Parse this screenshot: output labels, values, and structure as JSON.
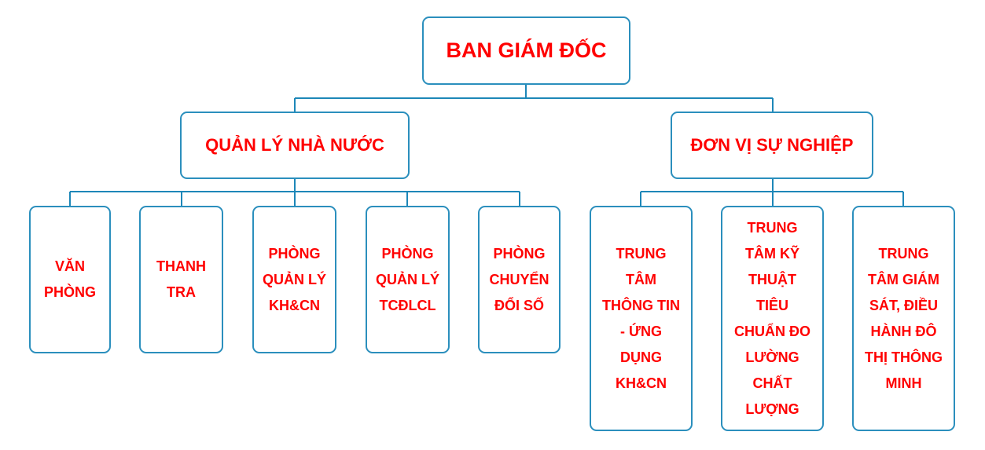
{
  "top": {
    "label": "BAN GIÁM ĐỐC"
  },
  "branches": [
    {
      "label": "QUẢN LÝ NHÀ NƯỚC",
      "children": [
        "VĂN PHÒNG",
        "THANH TRA",
        "PHÒNG QUẢN LÝ KH&CN",
        "PHÒNG QUẢN LÝ TCĐLCL",
        "PHÒNG CHUYỂN ĐỔI SỐ"
      ]
    },
    {
      "label": "ĐƠN VỊ SỰ NGHIỆP",
      "children": [
        "TRUNG TÂM THÔNG TIN - ỨNG DỤNG KH&CN",
        "TRUNG TÂM KỸ THUẬT TIÊU CHUẨN ĐO LƯỜNG CHẤT LƯỢNG",
        "TRUNG TÂM GIÁM SÁT, ĐIỀU HÀNH ĐÔ THỊ THÔNG MINH"
      ]
    }
  ],
  "colors": {
    "text": "#ff0000",
    "border": "#2b8fbd",
    "connector": "#1d87b8"
  }
}
